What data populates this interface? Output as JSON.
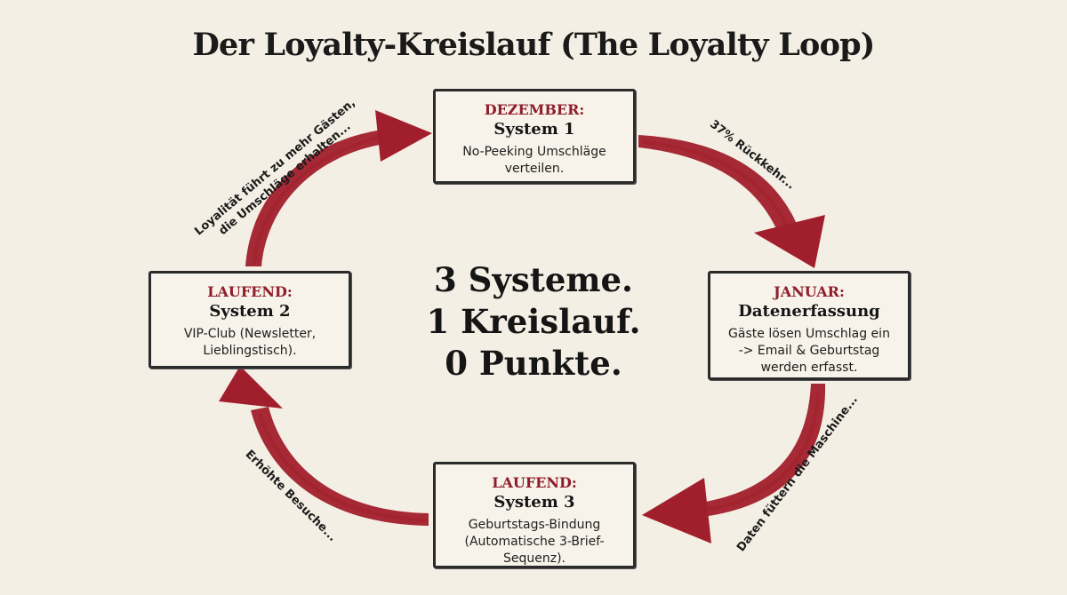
{
  "title": "Der Loyalty-Kreislauf (The Loyalty Loop)",
  "center": {
    "line1": "3 Systeme.",
    "line2": "1 Kreislauf.",
    "line3": "0 Punkte."
  },
  "nodes": {
    "top": {
      "phase": "DEZEMBER:",
      "name": "System 1",
      "desc_line1": "No-Peeking Umschläge",
      "desc_line2": "verteilen."
    },
    "right": {
      "phase": "JANUAR:",
      "name": "Datenerfassung",
      "desc_line1": "Gäste lösen Umschlag ein",
      "desc_line2": "-> Email & Geburtstag",
      "desc_line3": "werden erfasst."
    },
    "bottom": {
      "phase": "LAUFEND:",
      "name": "System 3",
      "desc_line1": "Geburtstags-Bindung",
      "desc_line2": "(Automatische 3-Brief-",
      "desc_line3": "Sequenz)."
    },
    "left": {
      "phase": "LAUFEND:",
      "name": "System 2",
      "desc_line1": "VIP-Club (Newsletter,",
      "desc_line2": "Lieblingstisch)."
    }
  },
  "edges": {
    "top_to_right": "37% Rückkehr...",
    "right_to_bottom": "Daten füttern die Maschine...",
    "bottom_to_left": "Erhöhte Besuche...",
    "left_to_top_line1": "Loyalität führt zu mehr Gästen,",
    "left_to_top_line2": "die Umschläge erhalten..."
  },
  "colors": {
    "background": "#f4efe4",
    "arrow": "#a11f2c",
    "accent_text": "#8f1d2a",
    "border": "#2b2b2b"
  }
}
